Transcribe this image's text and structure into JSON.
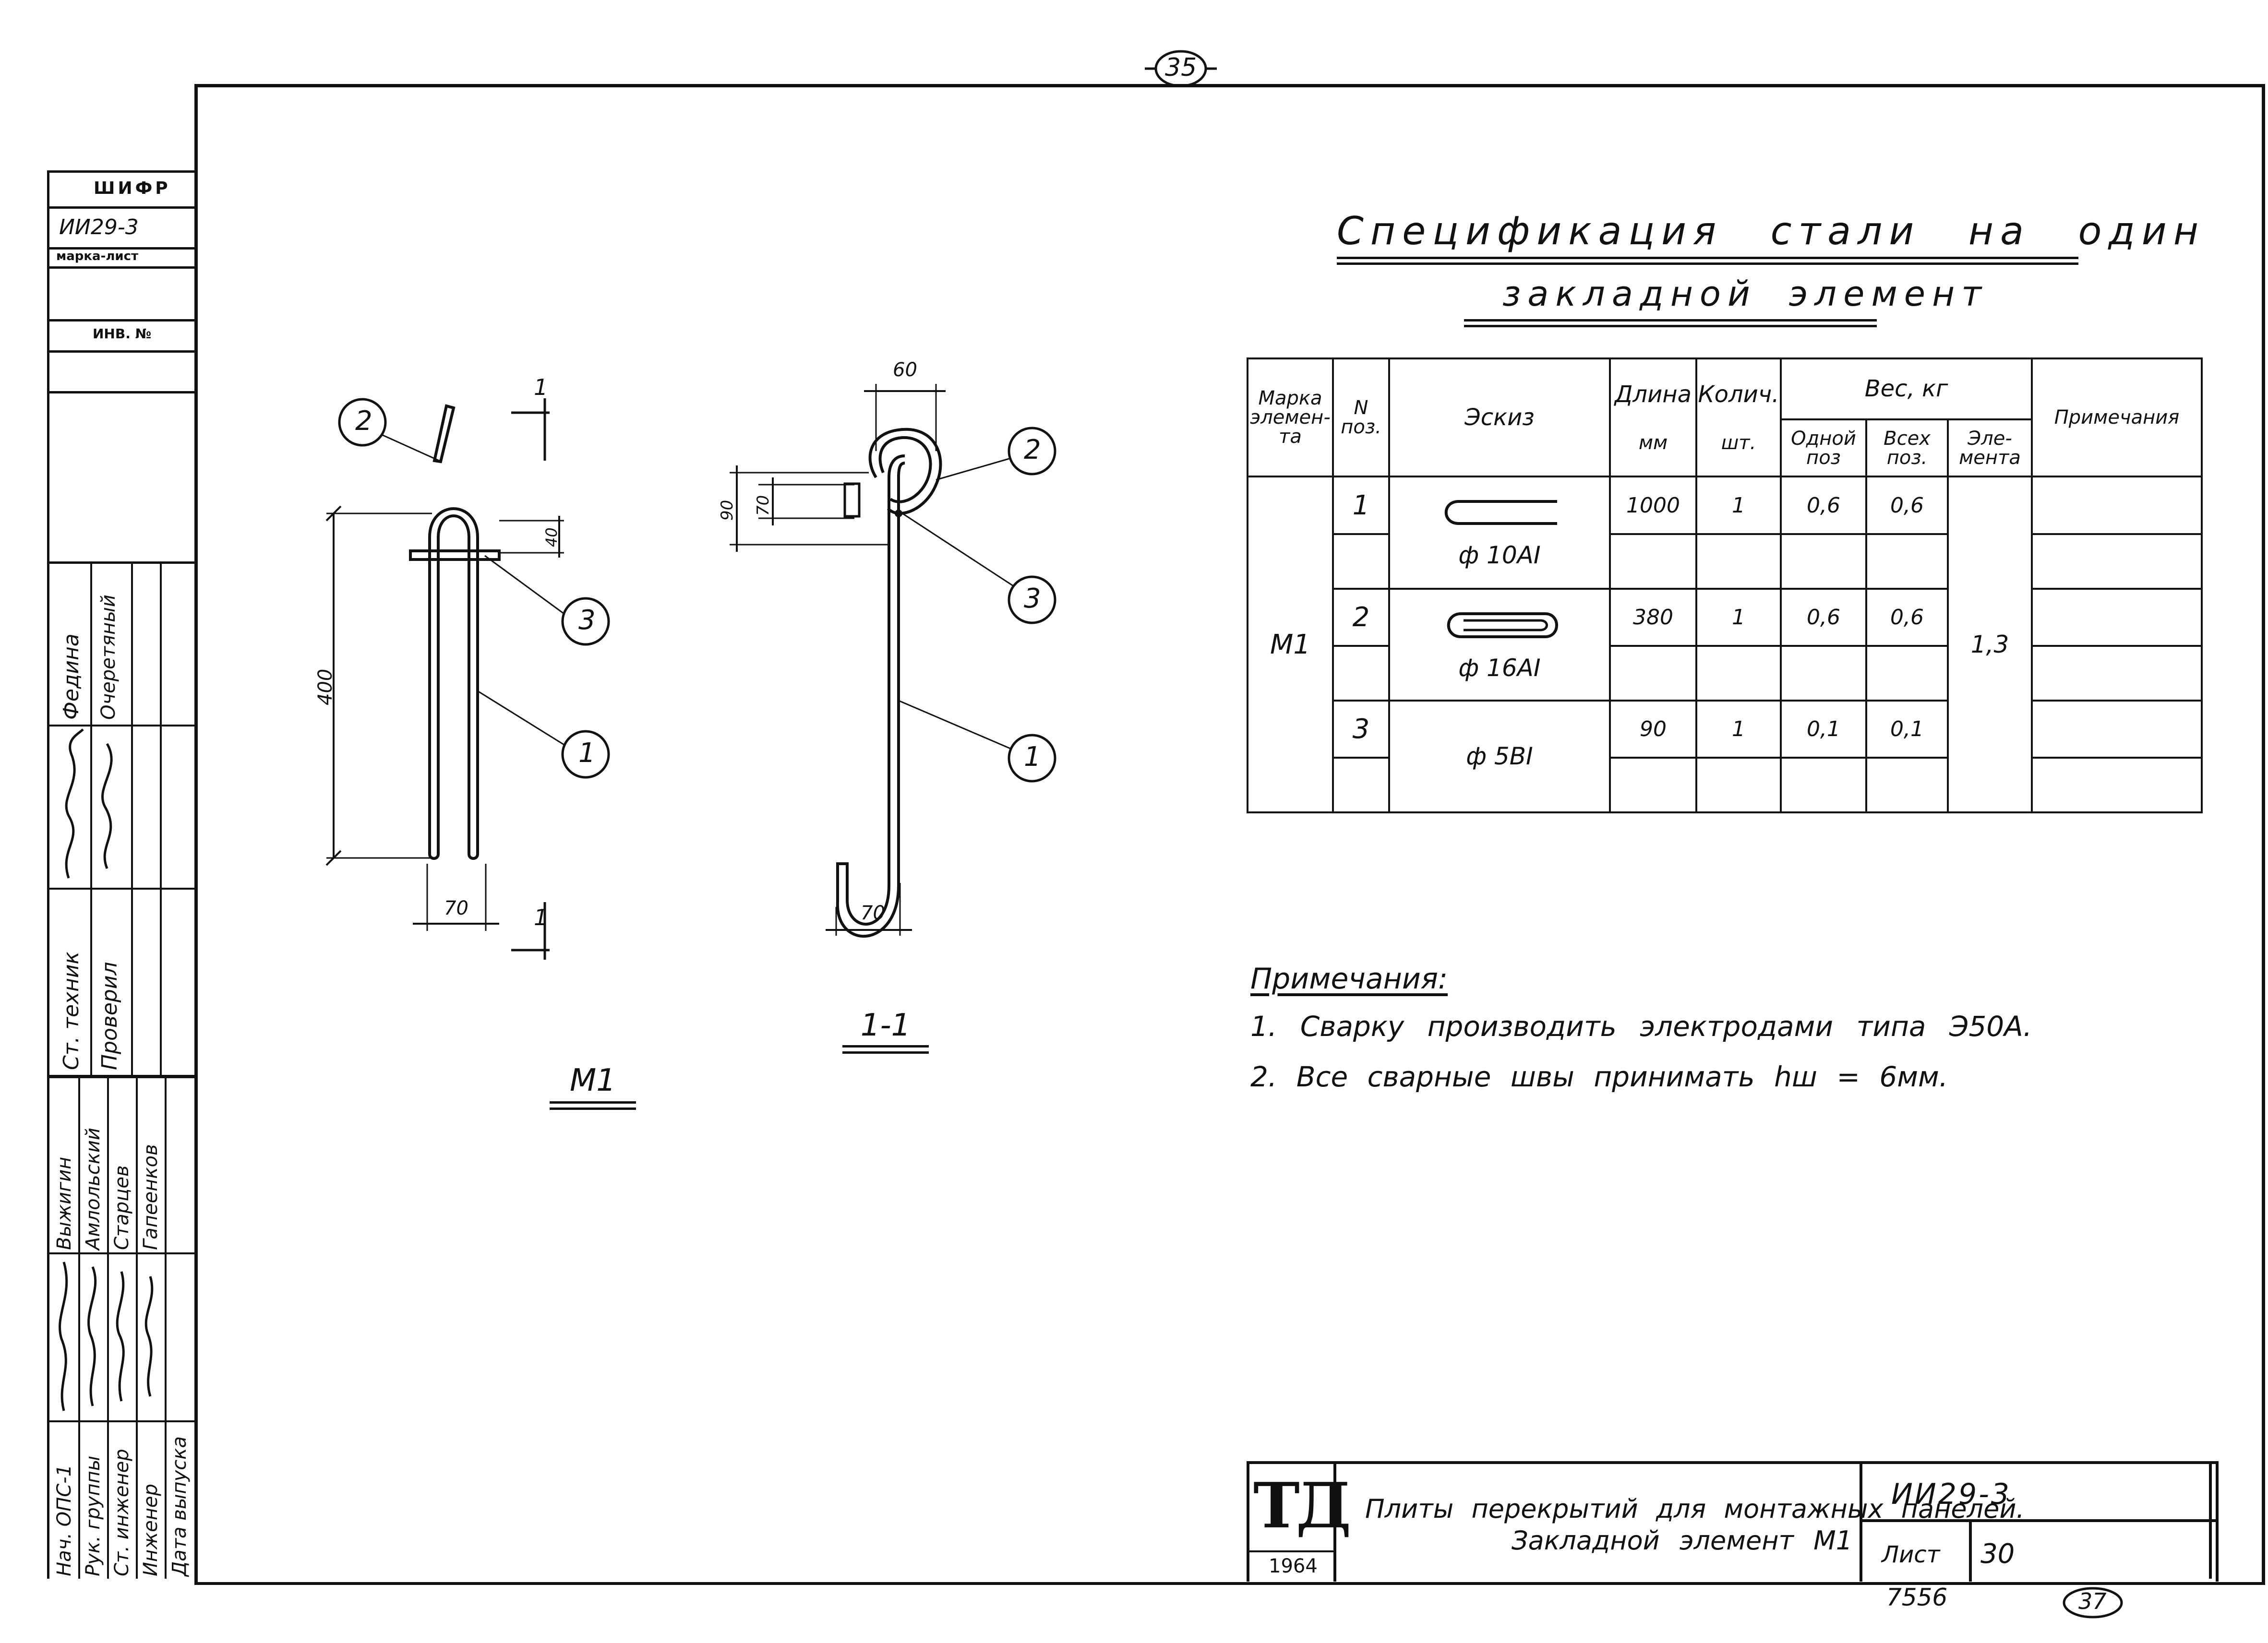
{
  "page_marker": "35",
  "bottom_marks": {
    "left": "7556",
    "right": "37"
  },
  "side_stamp": {
    "code_label": "ШИФР",
    "code_value": "ИИ29-3",
    "sheet_mark_label": "марка-лист",
    "inv_label": "ИНВ. №",
    "grid_top": {
      "rows": [
        {
          "role": "Ст. техник",
          "name": "Федина"
        },
        {
          "role": "Проверил",
          "name": "Очеретяный"
        }
      ]
    },
    "grid_bottom": {
      "rows": [
        {
          "role": "Нач. ОПС-1",
          "name": "Выжигин"
        },
        {
          "role": "Рук. группы",
          "name": "Амлольский"
        },
        {
          "role": "Ст. инженер",
          "name": "Старцев"
        },
        {
          "role": "Инженер",
          "name": "Гапеенков"
        },
        {
          "role": "Дата выпуска",
          "name": ""
        }
      ]
    }
  },
  "drawing_m1": {
    "dim_height": "400",
    "dim_width": "70",
    "dim_top": "40",
    "section_mark": "1",
    "callouts": [
      "1",
      "2",
      "3"
    ],
    "caption": "М1"
  },
  "drawing_section": {
    "dim_top": "60",
    "dim_90": "90",
    "dim_70": "70",
    "dim_width": "70",
    "callouts": [
      "1",
      "2",
      "3"
    ],
    "caption": "1-1"
  },
  "spec_title": {
    "line1": "Спецификация стали на один",
    "line2": "закладной элемент"
  },
  "spec_table": {
    "headers": {
      "mark": "Марка элемен-та",
      "pos": "N поз.",
      "sketch": "Эскиз",
      "length": "Длина",
      "length_unit": "мм",
      "qty": "Колич.",
      "qty_unit": "шт.",
      "weight": "Вес, кг",
      "weight_one": "Одной поз",
      "weight_all": "Всех поз.",
      "weight_elem": "Эле-мента",
      "notes": "Примечания"
    },
    "element_mark": "М1",
    "element_weight": "1,3",
    "rows": [
      {
        "pos": "1",
        "profile": "ф 10АI",
        "length": "1000",
        "qty": "1",
        "w_one": "0,6",
        "w_all": "0,6"
      },
      {
        "pos": "2",
        "profile": "ф 16АI",
        "length": "380",
        "qty": "1",
        "w_one": "0,6",
        "w_all": "0,6"
      },
      {
        "pos": "3",
        "profile": "ф 5ВI",
        "length": "90",
        "qty": "1",
        "w_one": "0,1",
        "w_all": "0,1"
      }
    ]
  },
  "notes": {
    "title": "Примечания:",
    "items": [
      "1. Сварку производить электродами типа Э50А.",
      "2. Все сварные швы принимать hш = 6мм."
    ]
  },
  "title_block": {
    "org_logo": "ТД",
    "year": "1964",
    "title_line1": "Плиты перекрытий для монтажных панелей.",
    "title_line2": "Закладной элемент М1",
    "code": "ИИ29-3",
    "sheet_label": "Лист",
    "sheet_number": "30"
  }
}
